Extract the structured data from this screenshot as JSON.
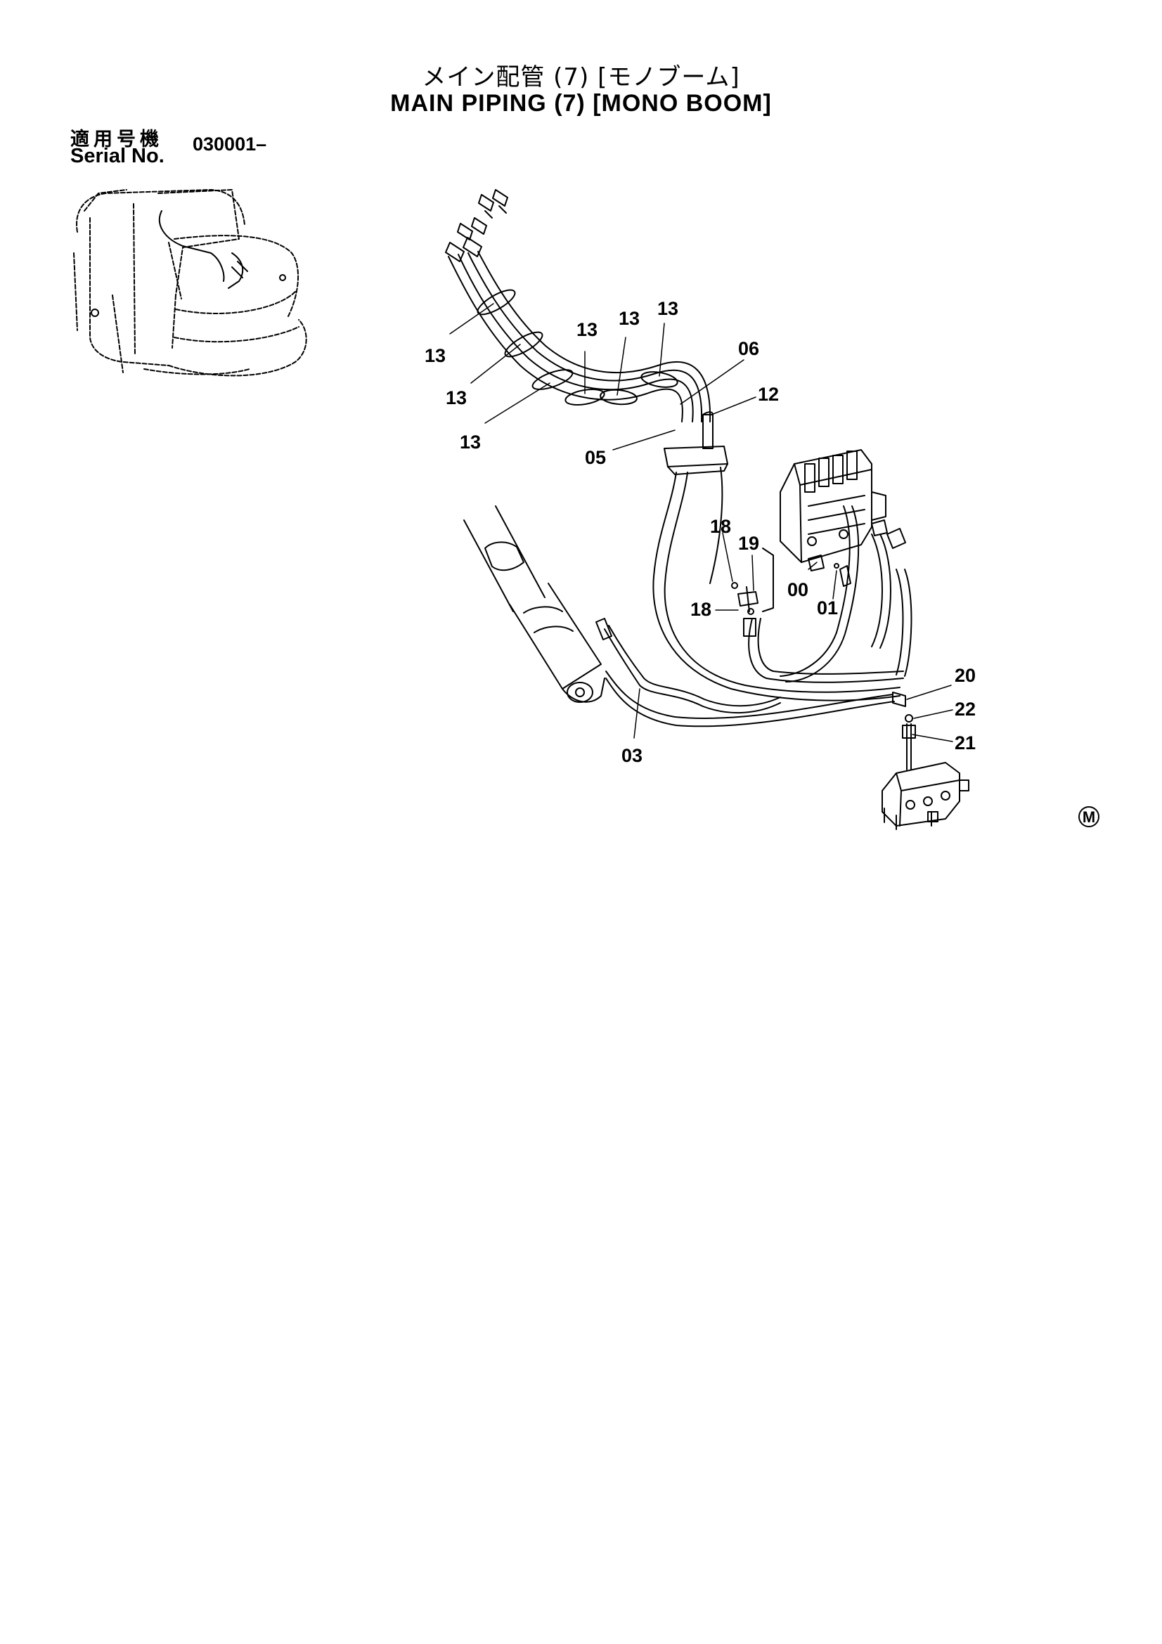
{
  "header": {
    "title_jp": "メイン配管 (7) [モノブーム]",
    "title_en": "MAIN PIPING (7) [MONO BOOM]",
    "serial_label_jp": "適用号機",
    "serial_label_en": "Serial No.",
    "serial_value": "030001–"
  },
  "callouts": [
    {
      "id": "c13a",
      "label": "13"
    },
    {
      "id": "c13b",
      "label": "13"
    },
    {
      "id": "c13c",
      "label": "13"
    },
    {
      "id": "c13d",
      "label": "13"
    },
    {
      "id": "c13e",
      "label": "13"
    },
    {
      "id": "c13f",
      "label": "13"
    },
    {
      "id": "c06",
      "label": "06"
    },
    {
      "id": "c12",
      "label": "12"
    },
    {
      "id": "c05",
      "label": "05"
    },
    {
      "id": "c18a",
      "label": "18"
    },
    {
      "id": "c19",
      "label": "19"
    },
    {
      "id": "c18b",
      "label": "18"
    },
    {
      "id": "c00",
      "label": "00"
    },
    {
      "id": "c01",
      "label": "01"
    },
    {
      "id": "c20",
      "label": "20"
    },
    {
      "id": "c22",
      "label": "22"
    },
    {
      "id": "c21",
      "label": "21"
    },
    {
      "id": "c03",
      "label": "03"
    }
  ],
  "corner_mark": "M"
}
